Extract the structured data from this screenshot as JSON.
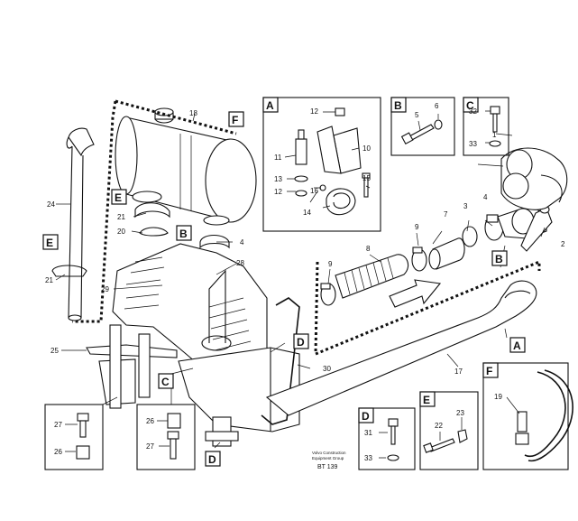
{
  "callouts": {
    "n1": "1",
    "n2": "2",
    "n3": "3",
    "n4": "4",
    "n5": "5",
    "n6": "6",
    "n7": "7",
    "n8": "8",
    "n9a": "9",
    "n9b": "9",
    "n10": "10",
    "n11": "11",
    "n12": "12",
    "n12b": "12",
    "n13": "13",
    "n14": "14",
    "n15": "15",
    "n16": "16",
    "n17": "17",
    "n18": "18",
    "n19": "19",
    "n20": "20",
    "n21a": "21",
    "n21b": "21",
    "n22": "22",
    "n23": "23",
    "n24": "24",
    "n25": "25",
    "n26a": "26",
    "n26b": "26",
    "n27a": "27",
    "n27b": "27",
    "n28": "28",
    "n29": "29",
    "n30": "30",
    "n31": "31",
    "n32": "32",
    "n33a": "33",
    "n33b": "33",
    "n4b": "4"
  },
  "letters": {
    "A": "A",
    "B": "B",
    "C": "C",
    "D": "D",
    "E": "E",
    "F": "F"
  },
  "footer": {
    "line1": "Volvo Construction",
    "line2": "Equipment Group",
    "code": "BT 139"
  }
}
